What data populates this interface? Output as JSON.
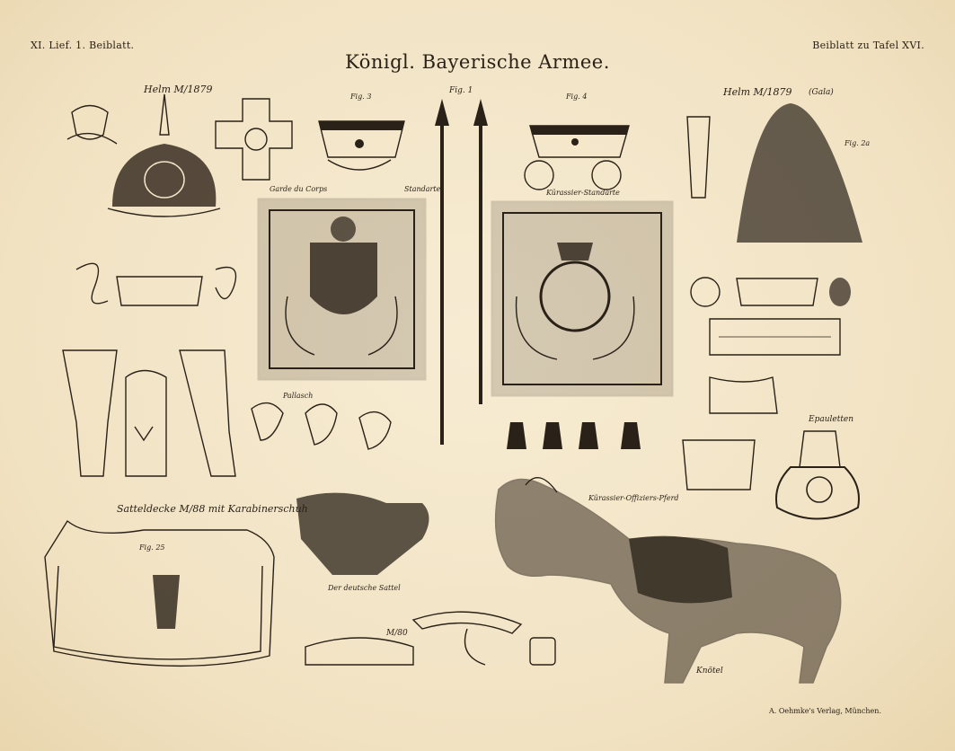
{
  "header": {
    "left": "XI. Lief. 1. Beiblatt.",
    "right": "Beiblatt zu Tafel XVI.",
    "title": "Königl. Bayerische Armee."
  },
  "footer": {
    "publisher": "A. Oehmke's Verlag, München."
  },
  "labels": {
    "helm_left": "Helm M/1879",
    "fig1": "Fig. 1",
    "fig2a": "Fig. 2a",
    "fig3": "Fig. 3",
    "fig4": "Fig. 4",
    "helm_right": "Helm M/1879",
    "gala": "(Gala)",
    "garde_du_corps": "Garde du Corps",
    "standarte_left": "Standarte",
    "kuerassier_standarte": "Kürassier-Standarte",
    "saeteluberdecke": "Satteldecke M/88 mit Karabinerschuh",
    "fig25": "Fig. 25",
    "pallasch": "Pallasch",
    "epauletten": "Epauletten",
    "kuerassier_offiziers_pferd": "Kürassier-Offiziers-Pferd",
    "deutscher_sattel": "Der deutsche Sattel",
    "m_80": "M/80",
    "signature": "Knötel"
  },
  "icons": [
    "helmet-illustration",
    "flag-illustration",
    "horse-illustration",
    "saddle-illustration",
    "epaulette-illustration"
  ]
}
